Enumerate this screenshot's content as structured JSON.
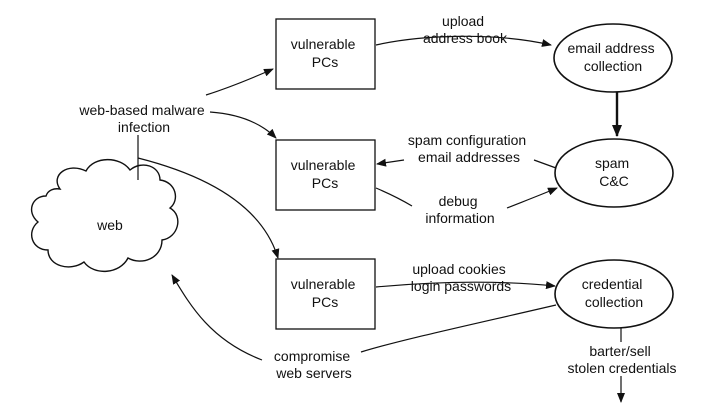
{
  "nodes": {
    "web": "web",
    "pc1": [
      "vulnerable",
      "PCs"
    ],
    "pc2": [
      "vulnerable",
      "PCs"
    ],
    "pc3": [
      "vulnerable",
      "PCs"
    ],
    "email_collection": [
      "email address",
      "collection"
    ],
    "spam_cc": [
      "spam",
      "C&C"
    ],
    "credential_collection": [
      "credential",
      "collection"
    ]
  },
  "edge_labels": {
    "malware_infection": [
      "web-based malware",
      "infection"
    ],
    "upload_address_book": [
      "upload",
      "address book"
    ],
    "spam_configuration": [
      "spam configuration",
      "email addresses"
    ],
    "debug_information": [
      "debug",
      "information"
    ],
    "upload_cookies": [
      "upload cookies",
      "login passwords"
    ],
    "compromise_web_servers": [
      "compromise",
      "web servers"
    ],
    "barter_sell": [
      "barter/sell",
      "stolen credentials"
    ]
  }
}
